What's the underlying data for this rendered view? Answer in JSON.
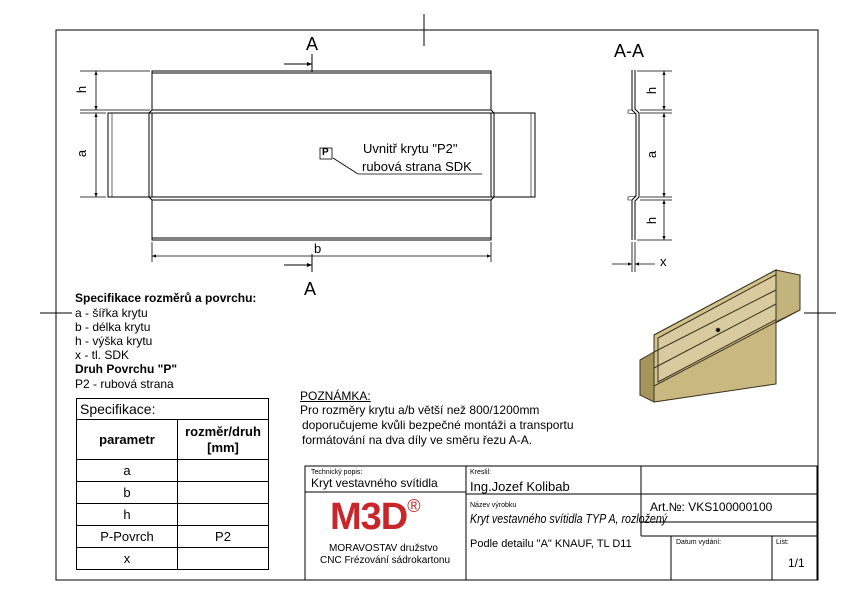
{
  "drawing": {
    "section_label_top": "A",
    "section_label_bottom": "A",
    "section_view_title": "A-A",
    "dim_h": "h",
    "dim_a": "a",
    "dim_b": "b",
    "dim_x": "x",
    "section_dim_h_top": "h",
    "section_dim_a": "a",
    "section_dim_h_bottom": "h",
    "surface_symbol": "P",
    "callout_line1": "Uvnitř krytu \"P2\"",
    "callout_line2": "rubová strana SDK"
  },
  "specification": {
    "title": "Specifikace rozměrů a povrchu:",
    "lines": [
      "a - šířka krytu",
      "b - délka krytu",
      "h - výška krytu",
      "x - tl. SDK"
    ],
    "surface_title": "Druh Povrchu \"P\"",
    "surface_line": "P2 - rubová strana"
  },
  "spec_table": {
    "caption": "Specifikace:",
    "header_param": "parametr",
    "header_dim": "rozměr/druh [mm]",
    "rows": [
      {
        "param": "a",
        "value": ""
      },
      {
        "param": "b",
        "value": ""
      },
      {
        "param": "h",
        "value": ""
      },
      {
        "param": "P-Povrch",
        "value": "P2"
      },
      {
        "param": "x",
        "value": ""
      }
    ]
  },
  "note": {
    "title": "POZNÁMKA:",
    "line1": "Pro rozměry krytu a/b větší než 800/1200mm",
    "line2": "doporučujeme kvůli bezpečné montáži a transportu",
    "line3": "formátování na dva díly ve směru řezu  A-A."
  },
  "title_block": {
    "tech_label": "Technický popis:",
    "tech_value": "Kryt vestavného svítidla",
    "drawn_label": "Kreslil:",
    "drawn_value": "Ing.Jozef Kolibab",
    "product_label": "Název výrobku",
    "product_value": "Kryt vestavného svítidla TYP A, rozložený",
    "product_detail": "Podle detailu \"A\" KNAUF, TL D11",
    "art_label": "Art.№:",
    "art_value": "VKS100000100",
    "date_label": "Datum vydání:",
    "date_value": "",
    "sheet_label": "List:",
    "sheet_value": "1/1",
    "logo_text": "M3D",
    "logo_mark": "®",
    "company_line1": "MORAVOSTAV družstvo",
    "company_line2": "CNC Frézování sádrokartonu",
    "logo_color": "#c8262b"
  },
  "colors": {
    "panel_fill": "#d2c28c",
    "panel_edge": "#3a3320"
  }
}
